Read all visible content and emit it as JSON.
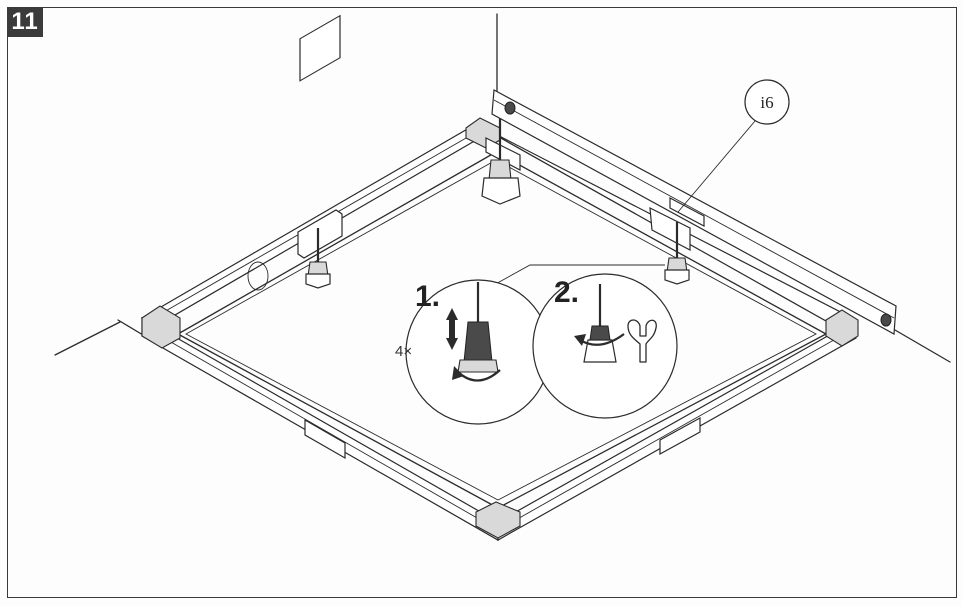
{
  "step": {
    "number": "11"
  },
  "callout": {
    "label": "i6"
  },
  "instructions": {
    "step1": {
      "label": "1.",
      "count": "4×"
    },
    "step2": {
      "label": "2."
    }
  },
  "icons": {
    "rotate": "rotate-arrow-icon",
    "height_adjust": "up-down-arrow-icon",
    "wrench": "wrench-icon",
    "spirit_level": "spirit-level-icon"
  },
  "colors": {
    "ink": "#2b2b2b",
    "badge": "#3b3b3b",
    "paper": "#fdfdfd"
  }
}
